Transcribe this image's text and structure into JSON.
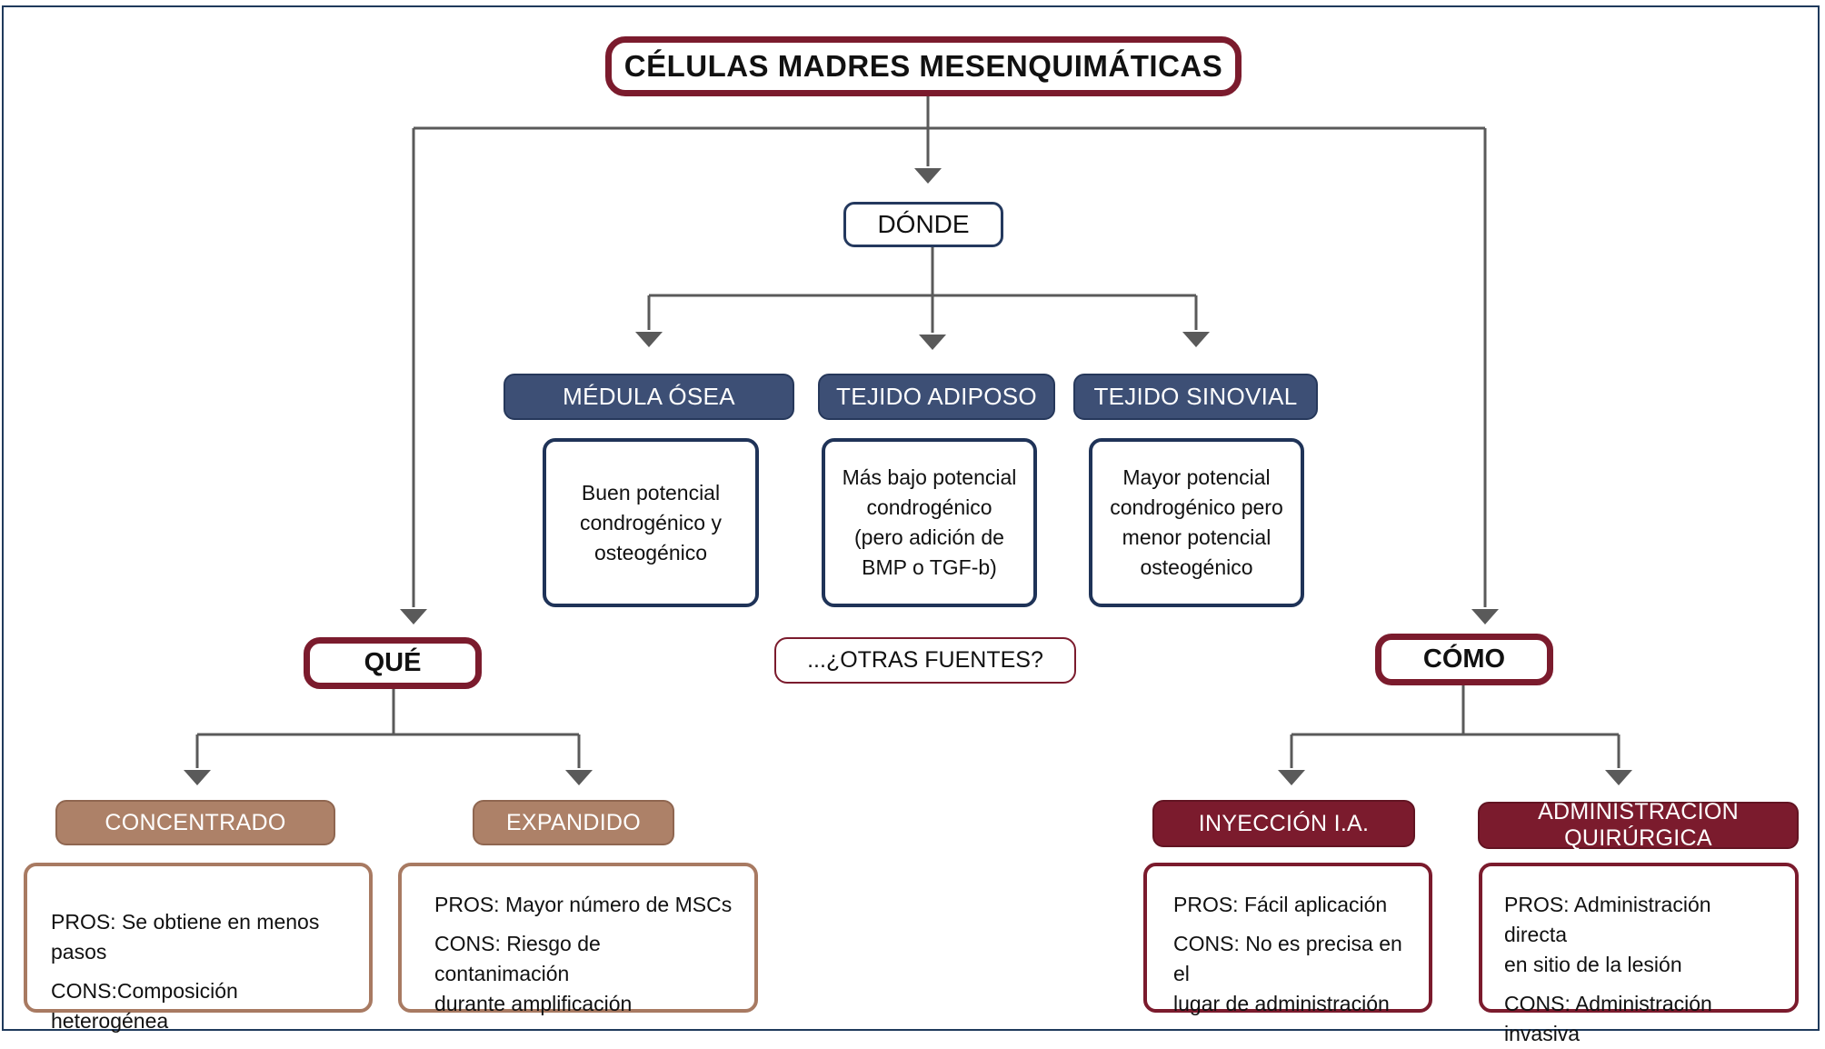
{
  "title": "CÉLULAS MADRES MESENQUIMÁTICAS",
  "colors": {
    "dark_red": "#7b1b2d",
    "navy": "#3d4f75",
    "brown": "#ad8168",
    "arrow_gray": "#5a5a5a"
  },
  "donde": {
    "label": "DÓNDE",
    "sources": [
      {
        "label": "MÉDULA ÓSEA",
        "description": "Buen potencial\ncondrogénico y\nosteogénico"
      },
      {
        "label": "TEJIDO ADIPOSO",
        "description": "Más bajo potencial\ncondrogénico\n(pero adición de\nBMP o TGF-b)"
      },
      {
        "label": "TEJIDO SINOVIAL",
        "description": "Mayor potencial\ncondrogénico pero\nmenor potencial\nosteogénico"
      }
    ],
    "other_sources": "...¿OTRAS FUENTES?"
  },
  "que": {
    "label": "QUÉ",
    "options": [
      {
        "label": "CONCENTRADO",
        "pros": "PROS: Se obtiene en menos pasos",
        "cons": "CONS:Composición heterogénea"
      },
      {
        "label": "EXPANDIDO",
        "pros": "PROS: Mayor número de MSCs",
        "cons": "CONS: Riesgo de contanimación\ndurante amplificación"
      }
    ]
  },
  "como": {
    "label": "CÓMO",
    "options": [
      {
        "label": "INYECCIÓN I.A.",
        "pros": "PROS: Fácil aplicación",
        "cons": "CONS: No es precisa en el\nlugar de administración"
      },
      {
        "label": "ADMINISTRACIÓN QUIRÚRGICA",
        "pros": "PROS: Administración directa\nen sitio de la lesión",
        "cons": "CONS: Administración invasiva"
      }
    ]
  }
}
